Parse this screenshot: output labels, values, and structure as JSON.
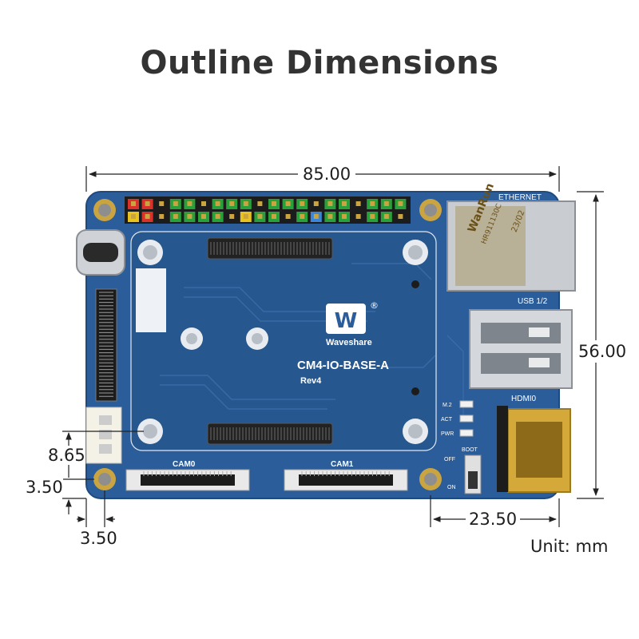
{
  "title": "Outline Dimensions",
  "board": {
    "name": "CM4-IO-BASE-A",
    "revision": "Rev4",
    "brand": "Waveshare",
    "brand_mark": "W",
    "registered": "®",
    "colors": {
      "pcb": "#2b5d9a",
      "pcb_edge": "#1f4a80",
      "pad_gold": "#c9a441"
    }
  },
  "labels": {
    "ethernet": "ETHERNET",
    "usb": "USB 1/2",
    "hdmi": "HDMI0",
    "cam0": "CAM0",
    "cam1": "CAM1",
    "m2": "M.2",
    "act": "ACT",
    "pwr": "PWR",
    "boot": "BOOT",
    "off": "OFF",
    "on": "ON",
    "jack_brand": "WanRun",
    "jack_part": "HR911130C",
    "jack_code": "23/02"
  },
  "dimensions": {
    "width": "85.00",
    "height": "56.00",
    "connector_offset": "23.50",
    "hole_y": "8.65",
    "hole_margin_y": "3.50",
    "hole_margin_x": "3.50",
    "unit": "Unit: mm"
  }
}
